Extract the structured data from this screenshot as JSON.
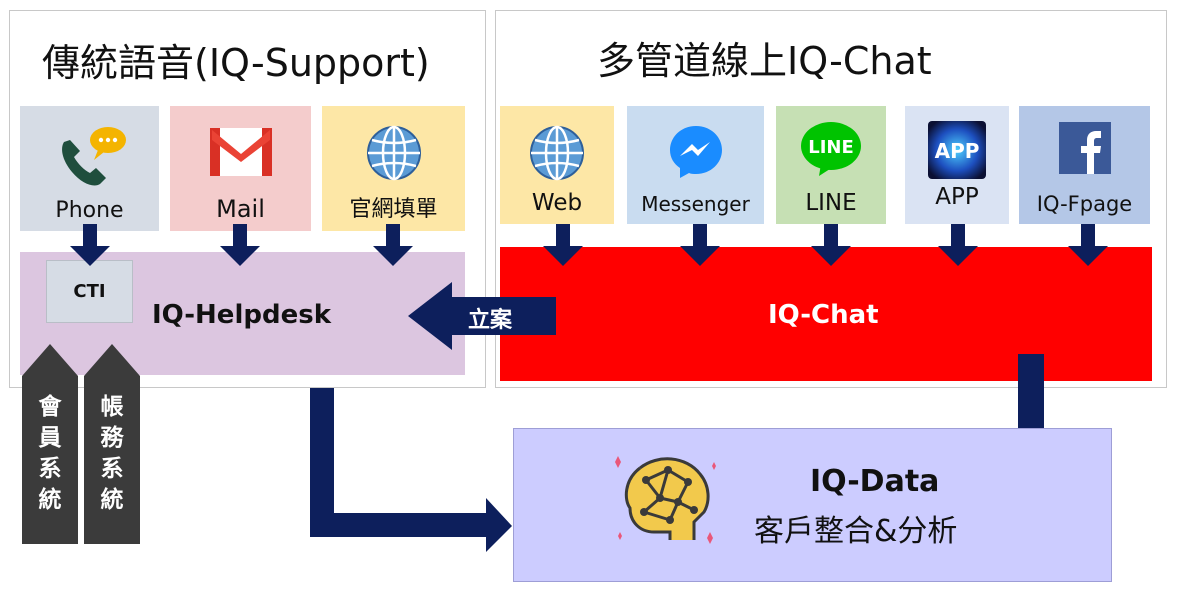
{
  "left_panel": {
    "title": "傳統語音(IQ-Support)"
  },
  "right_panel": {
    "title": "多管道線上IQ-Chat"
  },
  "left_channels": [
    {
      "label": "Phone",
      "icon": "phone-chat-icon",
      "bg": "#d6dce5"
    },
    {
      "label": "Mail",
      "icon": "gmail-icon",
      "bg": "#f4cccc"
    },
    {
      "label": "官網填單",
      "icon": "globe-icon",
      "bg": "#fde7a6"
    }
  ],
  "right_channels": [
    {
      "label": "Web",
      "icon": "globe-icon",
      "bg": "#fde7a6"
    },
    {
      "label": "Messenger",
      "icon": "messenger-icon",
      "bg": "#c9dcf0"
    },
    {
      "label": "LINE",
      "icon": "line-icon",
      "bg": "#c6e0b4"
    },
    {
      "label": "APP",
      "icon": "app-icon",
      "bg": "#dae3f3"
    },
    {
      "label": "IQ-Fpage",
      "icon": "facebook-icon",
      "bg": "#b4c7e7"
    }
  ],
  "helpdesk": {
    "label": "IQ-Helpdesk",
    "cti": "CTI",
    "bg": "#dcc6e0"
  },
  "chat": {
    "label": "IQ-Chat",
    "bg": "#ff0000"
  },
  "case_arrow": {
    "label": "立案"
  },
  "side_systems": [
    {
      "chars": [
        "會",
        "員",
        "系",
        "統"
      ]
    },
    {
      "chars": [
        "帳",
        "務",
        "系",
        "統"
      ]
    }
  ],
  "data_box": {
    "title": "IQ-Data",
    "subtitle": "客戶整合&分析",
    "icon": "brain-network-icon",
    "bg": "#ccccff"
  },
  "colors": {
    "arrow": "#0d1f5c",
    "dark_tab": "#3b3b3b"
  }
}
